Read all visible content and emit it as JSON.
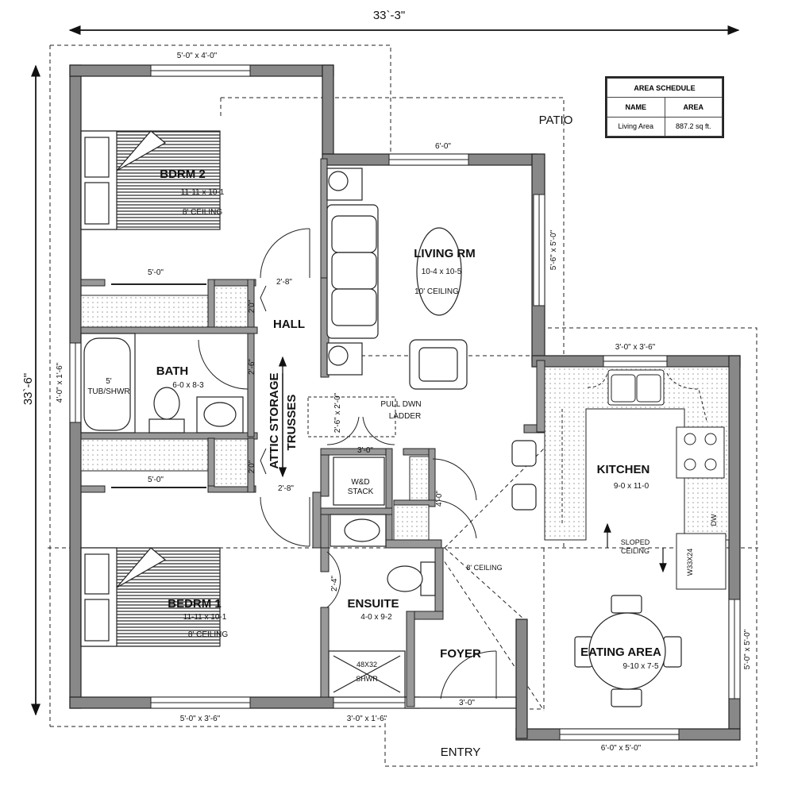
{
  "overall": {
    "width": "33`-3\"",
    "depth": "33`-6\""
  },
  "schedule": {
    "title": "AREA SCHEDULE",
    "col_name": "NAME",
    "col_area": "AREA",
    "row_name": "Living Area",
    "row_area": "887.2 sq ft."
  },
  "rooms": {
    "bdrm2": {
      "name": "BDRM 2",
      "size": "11-11 x 10-1",
      "ceiling": "8' CEILING"
    },
    "bdrm1": {
      "name": "BEDRM 1",
      "size": "11-11 x 10-1",
      "ceiling": "8' CEILING"
    },
    "living": {
      "name": "LIVING RM",
      "size": "10-4 x 10-5",
      "ceiling": "10' CEILING"
    },
    "hall": {
      "name": "HALL"
    },
    "bath": {
      "name": "BATH",
      "size": "6-0 x 8-3"
    },
    "kitchen": {
      "name": "KITCHEN",
      "size": "9-0 x 11-0"
    },
    "ensuite": {
      "name": "ENSUITE",
      "size": "4-0 x 9-2"
    },
    "foyer": {
      "name": "FOYER"
    },
    "eating": {
      "name": "EATING AREA",
      "size": "9-10 x 7-5"
    },
    "patio": {
      "name": "PATIO"
    },
    "entry": {
      "name": "ENTRY"
    },
    "attic": {
      "name": "ATTIC STORAGE",
      "sub": "TRUSSES"
    }
  },
  "labels": {
    "tub1": "5'",
    "tub2": "TUB/SHWR",
    "wd1": "W&D",
    "wd2": "STACK",
    "ladder1": "PULL DWN",
    "ladder2": "LADDER",
    "shower1": "48X32",
    "shower2": "SHWR",
    "sloped1": "SLOPED",
    "sloped2": "CEILING",
    "ceil8": "8' CEILING",
    "fridge": "W33X24",
    "dw": "DW"
  },
  "dims": {
    "top_window": "5'-0\" x 4'-0\"",
    "living_window": "6'-0\"",
    "living_side_window": "5'-6\" x 5'-0\"",
    "closet2": "5'-0\"",
    "closet1": "5'-0\"",
    "hall_door_top": "2'-8\"",
    "hall_door_bottom": "2'-8\"",
    "closet_door_top": "2'0\"",
    "closet_door_bottom": "2'0\"",
    "bath_door": "2'-6\"",
    "bath_window": "4'-0\" x 1'-6\"",
    "attic_hatch": "2'-6\" x 2'-0\"",
    "wd_door": "3'-0\"",
    "pantry_door": "4'-0\"",
    "ensuite_door": "2'-4\"",
    "kitchen_window": "3'-0\" x 3'-6\"",
    "bottom_left_window": "5'-0\" x 3'-6\"",
    "ensuite_window": "3'-0\" x 1'-6\"",
    "foyer_door": "3'-0\"",
    "eating_window": "6'-0\" x 5'-0\"",
    "eating_side_window": "5'-0\" x 5'-0\""
  }
}
